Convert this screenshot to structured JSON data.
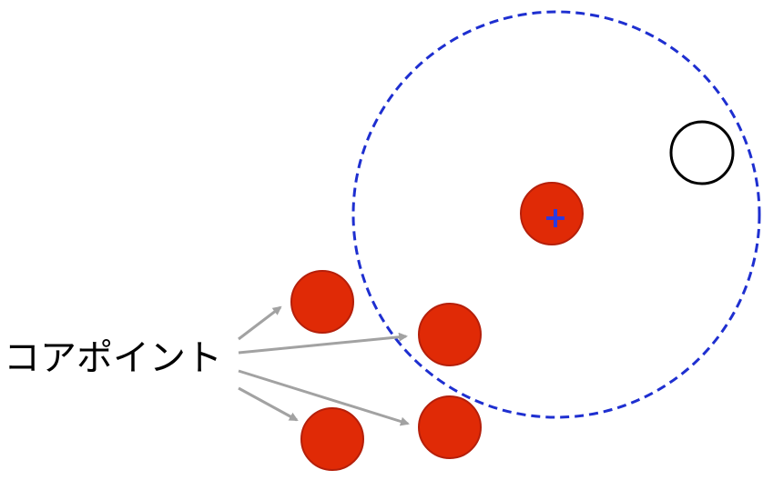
{
  "diagram": {
    "label": "コアポイント",
    "colors": {
      "point_fill": "#e02a06",
      "point_stroke": "#b51f0a",
      "neighborhood_circle": "#1e2fd0",
      "center_marker": "#2a3ae0",
      "arrow": "#a2a2a2",
      "empty_point_stroke": "#000000"
    },
    "elements": {
      "neighborhood": "dashed-circle",
      "center_marker": "plus-icon",
      "empty_point": "hollow-circle"
    }
  }
}
